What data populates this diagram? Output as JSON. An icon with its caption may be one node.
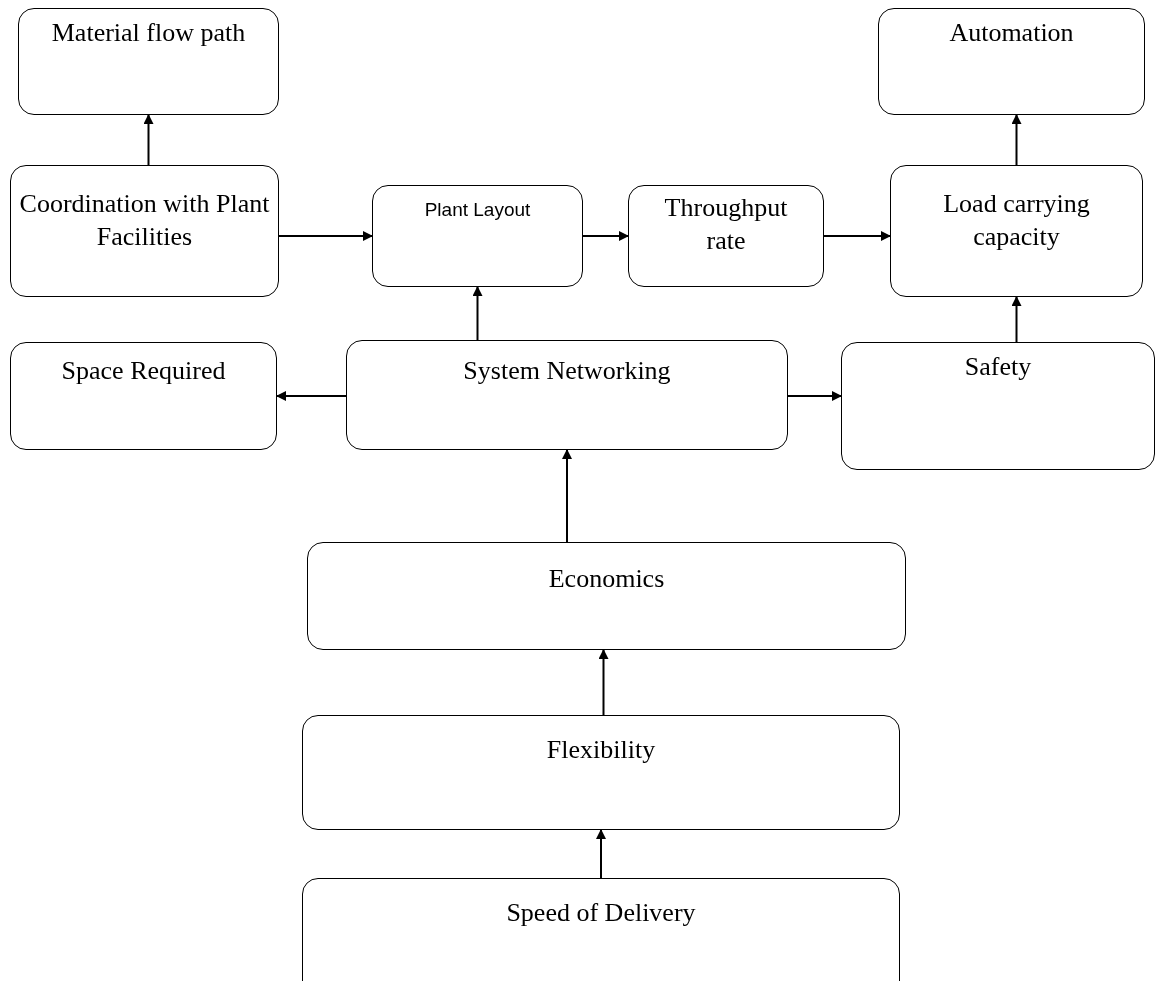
{
  "diagram": {
    "nodes": [
      {
        "text": [
          "Material flow path"
        ]
      },
      {
        "text": [
          "Automation"
        ]
      },
      {
        "text": [
          "Coordination with Plant Facilities"
        ]
      },
      {
        "text": [
          "Plant Layout"
        ]
      },
      {
        "text": [
          "Throughput rate"
        ]
      },
      {
        "text": [
          "Load carrying capacity"
        ]
      },
      {
        "text": [
          "Space Required"
        ]
      },
      {
        "text": [
          "System Networking"
        ]
      },
      {
        "text": [
          "Safety"
        ]
      },
      {
        "text": [
          "Economics"
        ]
      },
      {
        "text": [
          "Flexibility"
        ]
      },
      {
        "text": [
          "Speed of Delivery"
        ]
      }
    ],
    "edges": [
      {
        "from": 2,
        "to": 0,
        "arrow": "to"
      },
      {
        "from": 2,
        "to": 3,
        "arrow": "to"
      },
      {
        "from": 3,
        "to": 4,
        "arrow": "to"
      },
      {
        "from": 4,
        "to": 5,
        "arrow": "to"
      },
      {
        "from": 5,
        "to": 1,
        "arrow": "to"
      },
      {
        "from": 7,
        "to": 3,
        "arrow": "to"
      },
      {
        "from": 7,
        "to": 6,
        "arrow": "to"
      },
      {
        "from": 7,
        "to": 8,
        "arrow": "to"
      },
      {
        "from": 8,
        "to": 5,
        "arrow": "to"
      },
      {
        "from": 9,
        "to": 7,
        "arrow": "to"
      },
      {
        "from": 10,
        "to": 9,
        "arrow": "to"
      },
      {
        "from": 11,
        "to": 10,
        "arrow": "to"
      }
    ]
  }
}
